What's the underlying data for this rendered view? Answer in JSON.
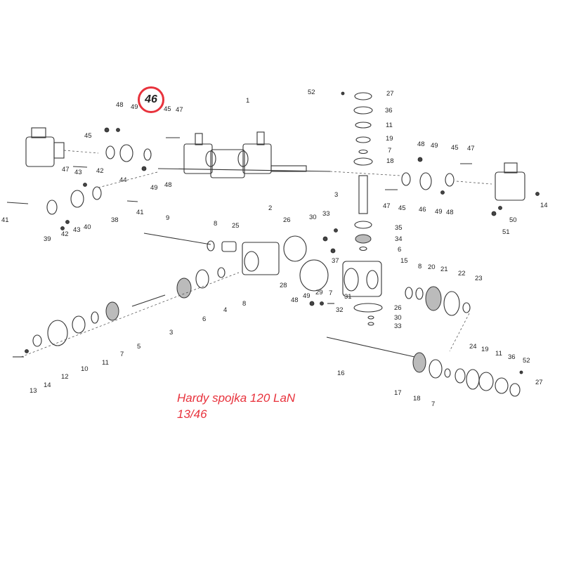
{
  "caption": {
    "line1": "Hardy spojka 120 LaN",
    "line2": "13/46"
  },
  "highlight": {
    "number": "46",
    "color": "#e8323c"
  },
  "part_labels": [
    {
      "text": "48"
    },
    {
      "text": "49"
    },
    {
      "text": "45"
    },
    {
      "text": "47"
    },
    {
      "text": "1"
    },
    {
      "text": "45"
    },
    {
      "text": "47"
    },
    {
      "text": "43"
    },
    {
      "text": "42"
    },
    {
      "text": "44"
    },
    {
      "text": "49"
    },
    {
      "text": "48"
    },
    {
      "text": "41"
    },
    {
      "text": "39"
    },
    {
      "text": "42"
    },
    {
      "text": "43"
    },
    {
      "text": "40"
    },
    {
      "text": "38"
    },
    {
      "text": "41"
    },
    {
      "text": "52"
    },
    {
      "text": "27"
    },
    {
      "text": "36"
    },
    {
      "text": "11"
    },
    {
      "text": "19"
    },
    {
      "text": "7"
    },
    {
      "text": "18"
    },
    {
      "text": "3"
    },
    {
      "text": "48"
    },
    {
      "text": "49"
    },
    {
      "text": "45"
    },
    {
      "text": "47"
    },
    {
      "text": "47"
    },
    {
      "text": "45"
    },
    {
      "text": "46"
    },
    {
      "text": "49"
    },
    {
      "text": "48"
    },
    {
      "text": "14"
    },
    {
      "text": "50"
    },
    {
      "text": "51"
    },
    {
      "text": "9"
    },
    {
      "text": "8"
    },
    {
      "text": "25"
    },
    {
      "text": "2"
    },
    {
      "text": "26"
    },
    {
      "text": "30"
    },
    {
      "text": "33"
    },
    {
      "text": "35"
    },
    {
      "text": "34"
    },
    {
      "text": "6"
    },
    {
      "text": "37"
    },
    {
      "text": "15"
    },
    {
      "text": "28"
    },
    {
      "text": "4"
    },
    {
      "text": "8"
    },
    {
      "text": "6"
    },
    {
      "text": "3"
    },
    {
      "text": "5"
    },
    {
      "text": "7"
    },
    {
      "text": "11"
    },
    {
      "text": "10"
    },
    {
      "text": "12"
    },
    {
      "text": "14"
    },
    {
      "text": "13"
    },
    {
      "text": "48"
    },
    {
      "text": "49"
    },
    {
      "text": "29"
    },
    {
      "text": "7"
    },
    {
      "text": "31"
    },
    {
      "text": "32"
    },
    {
      "text": "26"
    },
    {
      "text": "30"
    },
    {
      "text": "33"
    },
    {
      "text": "8"
    },
    {
      "text": "20"
    },
    {
      "text": "21"
    },
    {
      "text": "22"
    },
    {
      "text": "23"
    },
    {
      "text": "16"
    },
    {
      "text": "24"
    },
    {
      "text": "19"
    },
    {
      "text": "11"
    },
    {
      "text": "36"
    },
    {
      "text": "52"
    },
    {
      "text": "27"
    },
    {
      "text": "17"
    },
    {
      "text": "18"
    },
    {
      "text": "7"
    }
  ]
}
